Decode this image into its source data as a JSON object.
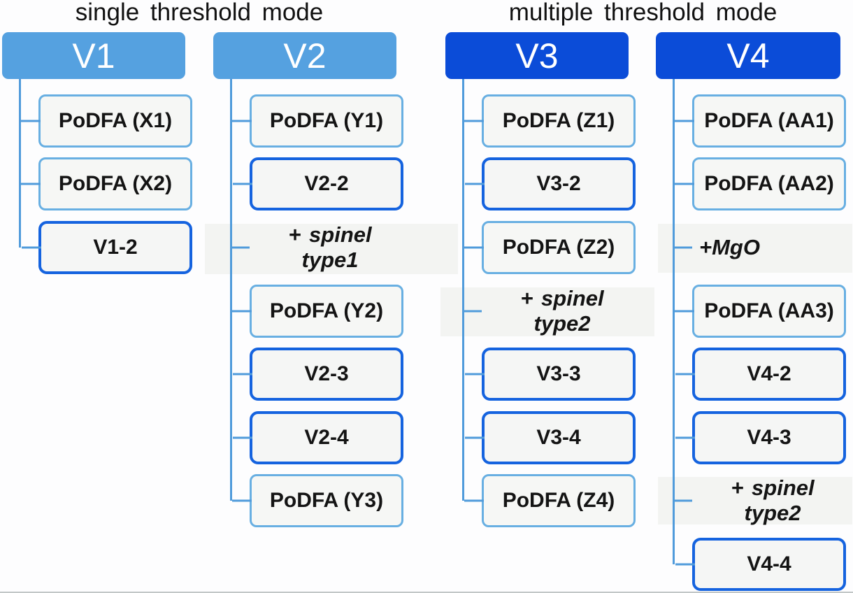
{
  "sections": [
    {
      "title": "single threshold mode",
      "columns": [
        {
          "header": "V1",
          "header_style": "light",
          "children": [
            {
              "type": "podfa",
              "label": "PoDFA (X1)"
            },
            {
              "type": "podfa",
              "label": "PoDFA (X2)"
            },
            {
              "type": "variant",
              "label": "V1-2"
            }
          ]
        },
        {
          "header": "V2",
          "header_style": "light",
          "children": [
            {
              "type": "podfa",
              "label": "PoDFA (Y1)"
            },
            {
              "type": "variant",
              "label": "V2-2"
            },
            {
              "type": "note",
              "label": "+ spinel type1"
            },
            {
              "type": "podfa",
              "label": "PoDFA (Y2)"
            },
            {
              "type": "variant",
              "label": "V2-3"
            },
            {
              "type": "variant",
              "label": "V2-4"
            },
            {
              "type": "podfa",
              "label": "PoDFA (Y3)"
            }
          ]
        }
      ]
    },
    {
      "title": "multiple threshold mode",
      "columns": [
        {
          "header": "V3",
          "header_style": "dark",
          "children": [
            {
              "type": "podfa",
              "label": "PoDFA (Z1)"
            },
            {
              "type": "variant",
              "label": "V3-2"
            },
            {
              "type": "podfa",
              "label": "PoDFA (Z2)"
            },
            {
              "type": "note",
              "label": "+ spinel type2"
            },
            {
              "type": "variant",
              "label": "V3-3"
            },
            {
              "type": "variant",
              "label": "V3-4"
            },
            {
              "type": "podfa",
              "label": "PoDFA (Z4)"
            }
          ]
        },
        {
          "header": "V4",
          "header_style": "dark",
          "children": [
            {
              "type": "podfa",
              "label": "PoDFA (AA1)"
            },
            {
              "type": "podfa",
              "label": "PoDFA (AA2)"
            },
            {
              "type": "note",
              "label": "+MgO"
            },
            {
              "type": "podfa",
              "label": "PoDFA (AA3)"
            },
            {
              "type": "variant",
              "label": "V4-2"
            },
            {
              "type": "variant",
              "label": "V4-3"
            },
            {
              "type": "note",
              "label": "+ spinel type2"
            },
            {
              "type": "variant",
              "label": "V4-4"
            }
          ]
        }
      ]
    }
  ],
  "colors": {
    "header_light": "#55A1E0",
    "header_dark": "#0B4CD8",
    "podfa_border": "#68AFE2",
    "variant_border": "#1563DF",
    "connector": "#509BDB",
    "box_fill": "#F6F7F5",
    "text": "#141414"
  }
}
